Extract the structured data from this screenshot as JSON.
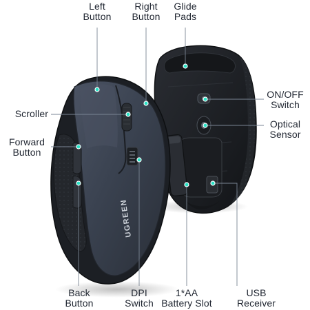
{
  "brand_logo_text": "UGREEN",
  "labels": {
    "left_button": [
      "Left",
      "Button"
    ],
    "right_button": [
      "Right",
      "Button"
    ],
    "glide_pads": [
      "Glide",
      "Pads"
    ],
    "scroller": [
      "Scroller"
    ],
    "on_off_switch": [
      "ON/OFF",
      "Switch"
    ],
    "optical_sensor": [
      "Optical",
      "Sensor"
    ],
    "forward_button": [
      "Forward",
      "Button"
    ],
    "back_button": [
      "Back",
      "Button"
    ],
    "dpi_switch": [
      "DPI",
      "Switch"
    ],
    "battery_slot": [
      "1*AA",
      "Battery Slot"
    ],
    "usb_receiver": [
      "USB",
      "Receiver"
    ]
  },
  "colors": {
    "mouse_top_shell": "#3b4352",
    "mouse_grip": "#2a2e35",
    "mouse_bottom": "#1c1f24",
    "leader_line": "#7a8594",
    "callout_dot": "#27e3c6",
    "label_text": "#1f2530"
  }
}
